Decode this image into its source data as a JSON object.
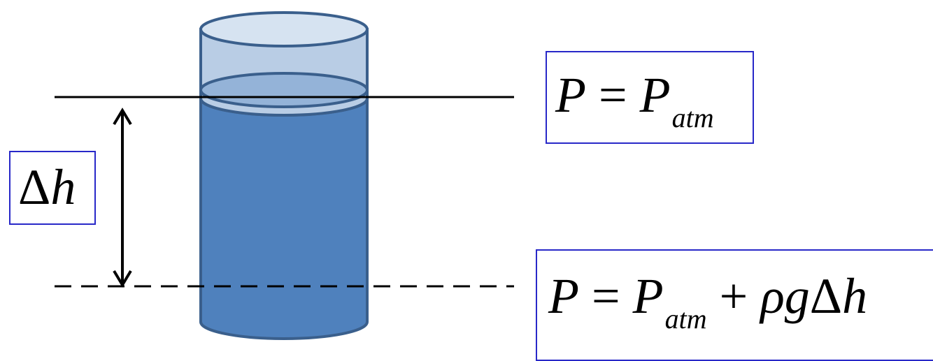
{
  "colors": {
    "liquid": "#4f81bd",
    "liquid_surface": "#94b3d8",
    "liquid_outline": "#3a5f8c",
    "empty_glass": "#b9cde5",
    "glass_top": "#d6e3f1",
    "box_border": "#2828c8",
    "line": "#000000"
  },
  "labels": {
    "delta_h": {
      "delta": "Δ",
      "var": "h"
    },
    "top_formula": {
      "lhs": "P",
      "eq": "=",
      "rhs": "P",
      "sub": "atm"
    },
    "bottom_formula": {
      "lhs": "P",
      "eq": "=",
      "rhs": "P",
      "sub": "atm",
      "plus": "+",
      "rho": "ρ",
      "g": "g",
      "delta": "Δ",
      "h": "h"
    }
  }
}
